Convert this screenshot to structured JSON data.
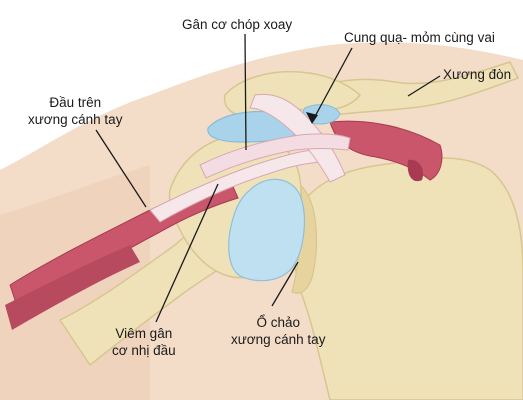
{
  "labels": {
    "rotator_cuff": "Gân cơ chóp xoay",
    "acromial_arch": "Cung quạ- mỏm cùng vai",
    "clavicle": "Xương đòn",
    "humerus_head": "Đầu trên\nxương cánh tay",
    "biceps_tendinitis": "Viêm gân\ncơ nhị đầu",
    "glenoid": "Ổ chảo\nxương cánh tay"
  },
  "colors": {
    "skin": "#f3dcc8",
    "bone": "#efe2b8",
    "bone_shadow": "#d8c690",
    "muscle": "#c9566b",
    "muscle_dark": "#a83a52",
    "tendon": "#f6e7ea",
    "cartilage": "#bfe0f0",
    "bursa": "#a9d3ea",
    "leader": "#1a1a1a"
  }
}
